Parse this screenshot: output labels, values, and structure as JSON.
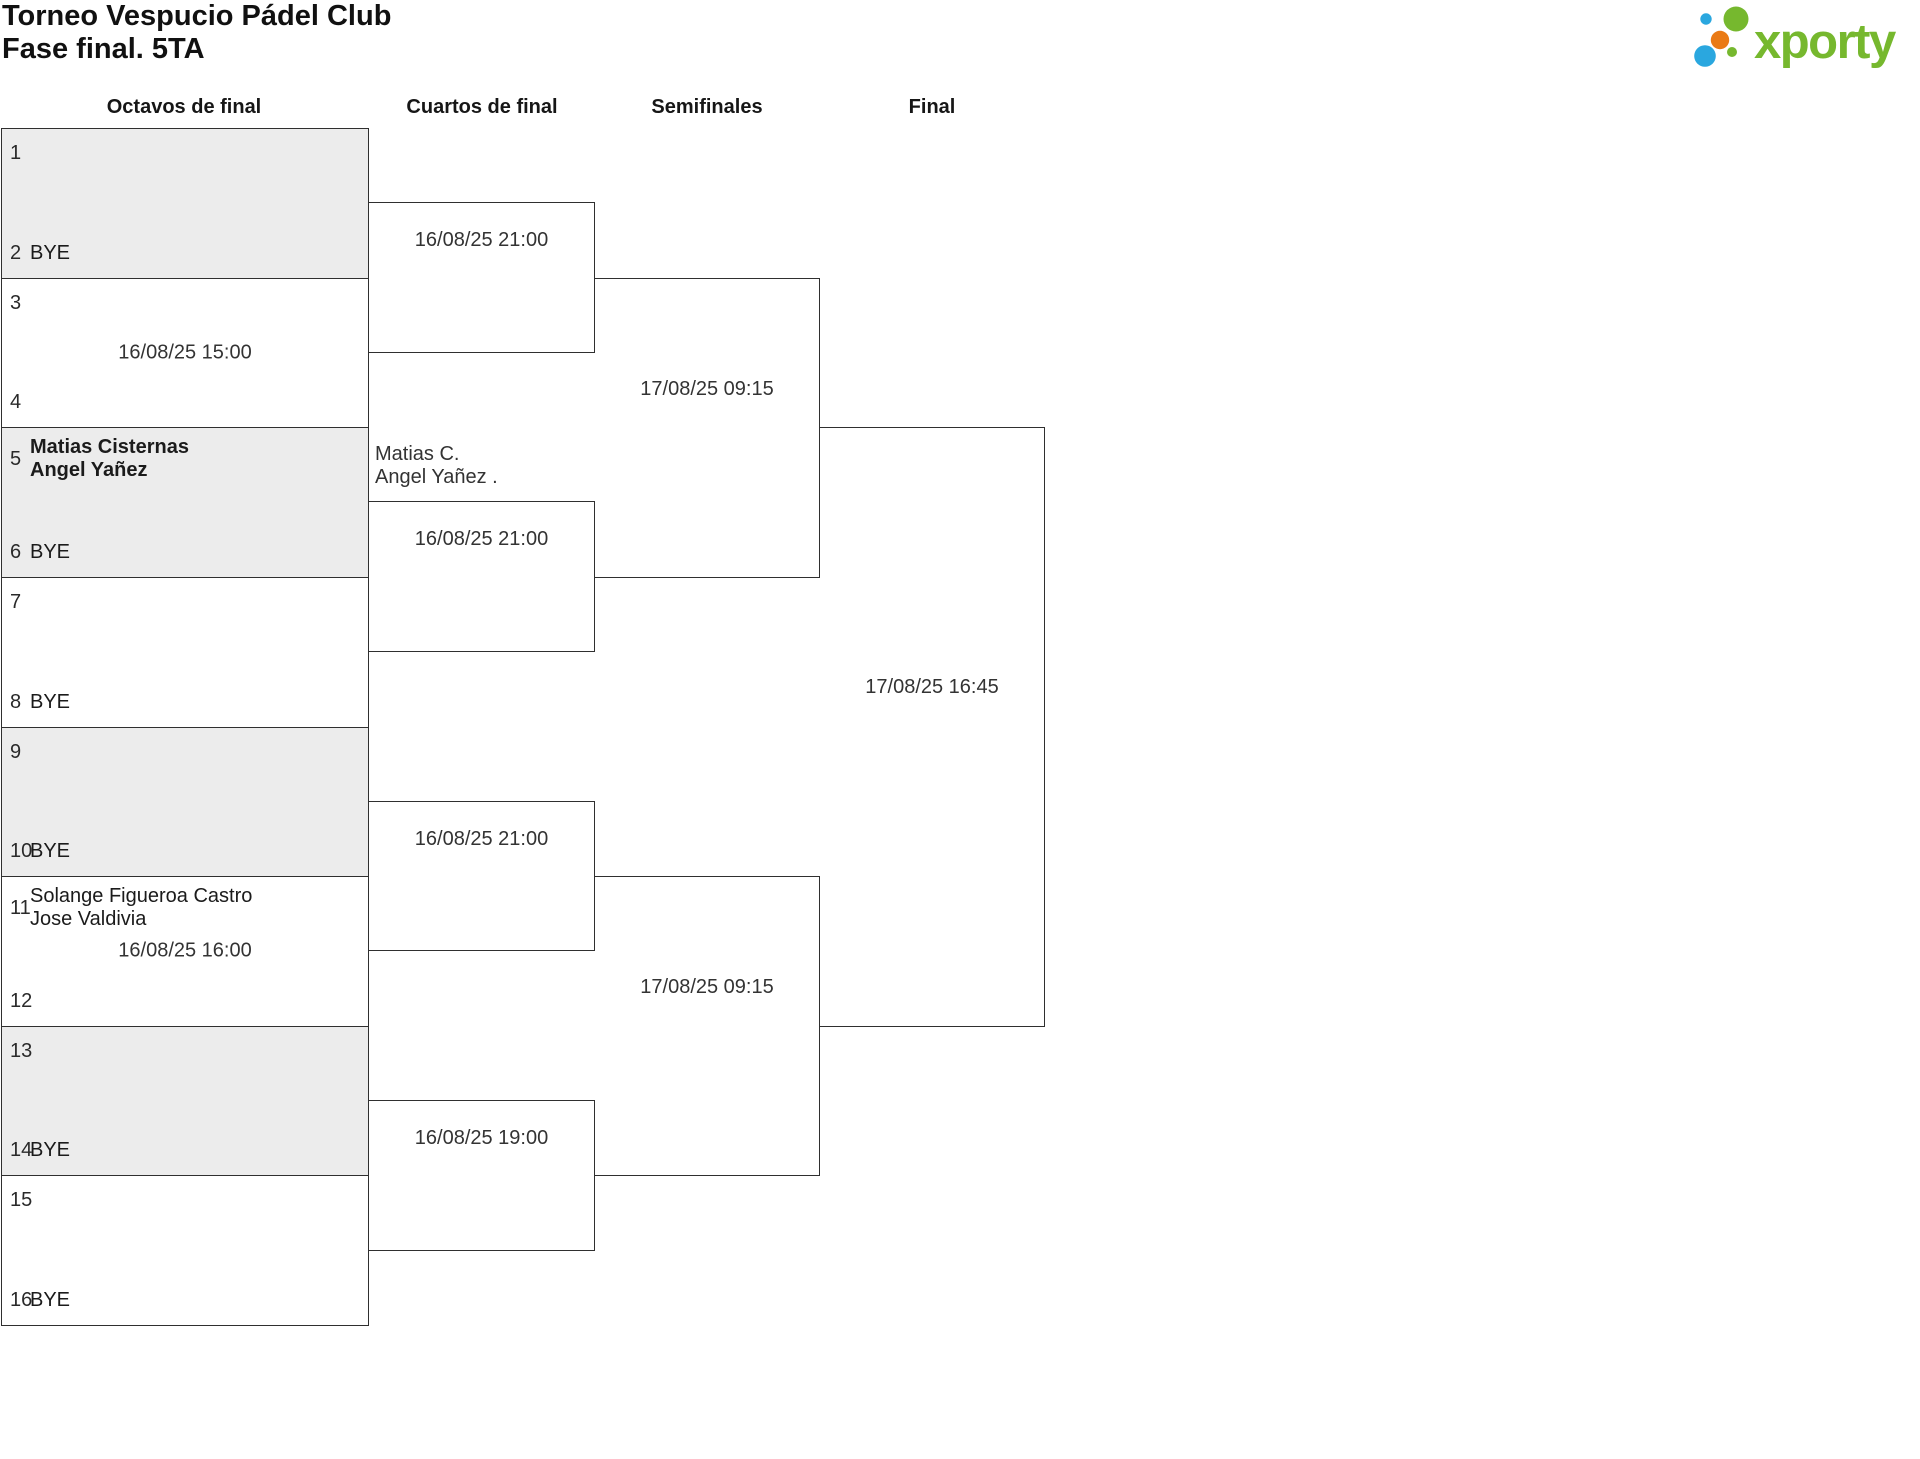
{
  "header": {
    "title": "Torneo Vespucio Pádel Club",
    "subtitle": "Fase final. 5TA"
  },
  "logo": {
    "brand": "xporty",
    "green": "#76b82e",
    "blue": "#2aa7df",
    "orange": "#ea7a15"
  },
  "columns": [
    "Octavos de final",
    "Cuartos de final",
    "Semifinales",
    "Final"
  ],
  "colors": {
    "shaded_row": "#ececec",
    "line": "#2f2f2f"
  },
  "r16": [
    {
      "pos_top": "1",
      "team_top": [],
      "pos_bottom": "2",
      "team_bottom": [
        "BYE"
      ],
      "date": ""
    },
    {
      "pos_top": "3",
      "team_top": [],
      "pos_bottom": "4",
      "team_bottom": [],
      "date": "16/08/25 15:00"
    },
    {
      "pos_top": "5",
      "team_top": [
        "Matias Cisternas",
        "Angel Yañez"
      ],
      "pos_bottom": "6",
      "team_bottom": [
        "BYE"
      ],
      "date": ""
    },
    {
      "pos_top": "7",
      "team_top": [],
      "pos_bottom": "8",
      "team_bottom": [
        "BYE"
      ],
      "date": ""
    },
    {
      "pos_top": "9",
      "team_top": [],
      "pos_bottom": "10",
      "team_bottom": [
        "BYE"
      ],
      "date": ""
    },
    {
      "pos_top": "11",
      "team_top": [
        "Solange Figueroa Castro",
        "Jose Valdivia"
      ],
      "pos_bottom": "12",
      "team_bottom": [],
      "date": "16/08/25 16:00"
    },
    {
      "pos_top": "13",
      "team_top": [],
      "pos_bottom": "14",
      "team_bottom": [
        "BYE"
      ],
      "date": ""
    },
    {
      "pos_top": "15",
      "team_top": [],
      "pos_bottom": "16",
      "team_bottom": [
        "BYE"
      ],
      "date": ""
    }
  ],
  "qf": [
    {
      "date": "16/08/25 21:00"
    },
    {
      "date": "16/08/25 21:00",
      "entrant_top": [
        "Matias C.",
        "Angel Yañez ."
      ]
    },
    {
      "date": "16/08/25 21:00"
    },
    {
      "date": "16/08/25 19:00"
    }
  ],
  "sf": [
    {
      "date": "17/08/25 09:15"
    },
    {
      "date": "17/08/25 09:15"
    }
  ],
  "final": {
    "date": "17/08/25 16:45"
  }
}
